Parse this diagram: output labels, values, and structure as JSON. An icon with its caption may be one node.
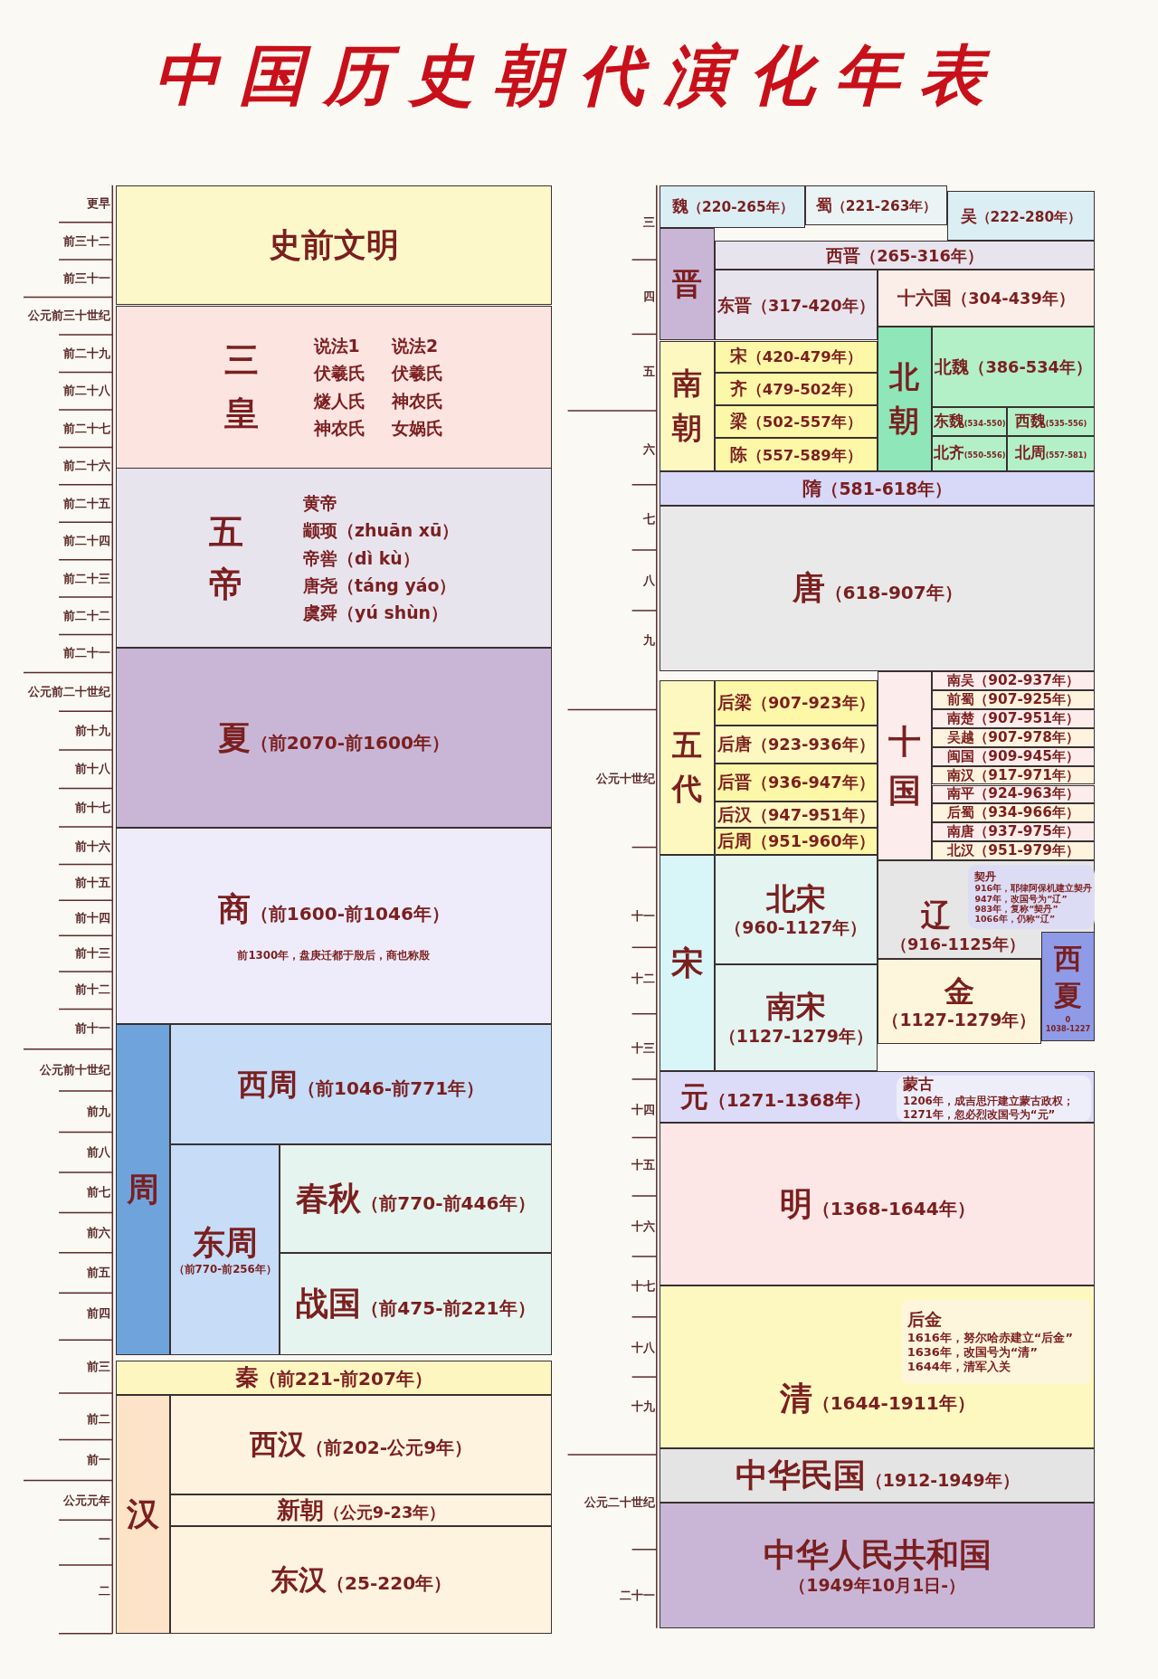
{
  "diagram": {
    "title": "中国历史朝代演化年表",
    "nodes": [
      {
        "text": [
          "史前文明"
        ]
      },
      {
        "text": [
          "三皇",
          "说法1",
          "伏羲氏",
          "燧人氏",
          "神农氏",
          "说法2",
          "伏羲氏",
          "神农氏",
          "女娲氏"
        ]
      },
      {
        "text": [
          "五帝",
          "黄帝",
          "颛顼（zhuān xū）",
          "帝喾（dì kù）",
          "唐尧（táng yáo）",
          "虞舜（yú shùn）"
        ]
      },
      {
        "text": [
          "夏",
          "（前2070-前1600年）"
        ]
      },
      {
        "text": [
          "商",
          "（前1600-前1046年）",
          "前1300年，盘庚迁都于殷后，商也称殷"
        ]
      },
      {
        "text": [
          "周"
        ]
      },
      {
        "text": [
          "西周",
          "（前1046-前771年）"
        ]
      },
      {
        "text": [
          "东周",
          "（前770-前256年）"
        ]
      },
      {
        "text": [
          "春秋",
          "（前770-前446年）"
        ]
      },
      {
        "text": [
          "战国",
          "（前475-前221年）"
        ]
      },
      {
        "text": [
          "秦",
          "（前221-前207年）"
        ]
      },
      {
        "text": [
          "汉"
        ]
      },
      {
        "text": [
          "西汉",
          "（前202-公元9年）"
        ]
      },
      {
        "text": [
          "新朝",
          "（公元9-23年）"
        ]
      },
      {
        "text": [
          "东汉",
          "（25-220年）"
        ]
      },
      {
        "text": [
          "魏",
          "（220-265年）"
        ]
      },
      {
        "text": [
          "蜀",
          "（221-263年）"
        ]
      },
      {
        "text": [
          "吴",
          "（222-280年）"
        ]
      },
      {
        "text": [
          "晋"
        ]
      },
      {
        "text": [
          "西晋",
          "（265-316年）"
        ]
      },
      {
        "text": [
          "东晋",
          "（317-420年）"
        ]
      },
      {
        "text": [
          "十六国",
          "（304-439年）"
        ]
      },
      {
        "text": [
          "南朝"
        ]
      },
      {
        "text": [
          "宋",
          "（420-479年）"
        ]
      },
      {
        "text": [
          "齐",
          "（479-502年）"
        ]
      },
      {
        "text": [
          "梁",
          "（502-557年）"
        ]
      },
      {
        "text": [
          "陈",
          "（557-589年）"
        ]
      },
      {
        "text": [
          "北朝"
        ]
      },
      {
        "text": [
          "北魏",
          "（386-534年）"
        ]
      },
      {
        "text": [
          "东魏",
          "(534-550)"
        ]
      },
      {
        "text": [
          "西魏",
          "(535-556)"
        ]
      },
      {
        "text": [
          "北齐",
          "(550-556)"
        ]
      },
      {
        "text": [
          "北周",
          "(557-581)"
        ]
      },
      {
        "text": [
          "隋",
          "（581-618年）"
        ]
      },
      {
        "text": [
          "唐",
          "（618-907年）"
        ]
      },
      {
        "text": [
          "五代"
        ]
      },
      {
        "text": [
          "后梁",
          "（907-923年）"
        ]
      },
      {
        "text": [
          "后唐",
          "（923-936年）"
        ]
      },
      {
        "text": [
          "后晋",
          "（936-947年）"
        ]
      },
      {
        "text": [
          "后汉",
          "（947-951年）"
        ]
      },
      {
        "text": [
          "后周",
          "（951-960年）"
        ]
      },
      {
        "text": [
          "十国"
        ]
      },
      {
        "text": [
          "南吴",
          "（902-937年）"
        ]
      },
      {
        "text": [
          "前蜀",
          "（907-925年）"
        ]
      },
      {
        "text": [
          "南楚",
          "（907-951年）"
        ]
      },
      {
        "text": [
          "吴越",
          "（907-978年）"
        ]
      },
      {
        "text": [
          "闽国",
          "（909-945年）"
        ]
      },
      {
        "text": [
          "南汉",
          "（917-971年）"
        ]
      },
      {
        "text": [
          "南平",
          "（924-963年）"
        ]
      },
      {
        "text": [
          "后蜀",
          "（934-966年）"
        ]
      },
      {
        "text": [
          "南唐",
          "（937-975年）"
        ]
      },
      {
        "text": [
          "北汉",
          "（951-979年）"
        ]
      },
      {
        "text": [
          "宋"
        ]
      },
      {
        "text": [
          "北宋",
          "（960-1127年）"
        ]
      },
      {
        "text": [
          "南宋",
          "（1127-1279年）"
        ]
      },
      {
        "text": [
          "辽",
          "（916-1125年）"
        ]
      },
      {
        "text": [
          "契丹",
          "916年，耶律阿保机建立契丹",
          "947年，改国号为“辽”",
          "983年，复称“契丹”",
          "1066年，仍称“辽”"
        ],
        "in": 55
      },
      {
        "text": [
          "西夏",
          "0",
          "1038-1227"
        ]
      },
      {
        "text": [
          "金",
          "（1127-1279年）"
        ]
      },
      {
        "text": [
          "元",
          "（1271-1368年）"
        ]
      },
      {
        "text": [
          "蒙古",
          "1206年，成吉思汗建立蒙古政权；",
          "1271年，忽必烈改国号为“元”"
        ],
        "in": 59
      },
      {
        "text": [
          "明",
          "（1368-1644年）"
        ]
      },
      {
        "text": [
          "清",
          "（1644-1911年）"
        ]
      },
      {
        "text": [
          "后金",
          "1616年，努尔哈赤建立“后金”",
          "1636年，改国号为“清”",
          "1644年，清军入关"
        ],
        "in": 62
      },
      {
        "text": [
          "中华民国",
          "（1912-1949年）"
        ]
      },
      {
        "text": [
          "中华人民共和国",
          "（1949年10月1日-）"
        ]
      }
    ],
    "labels": [
      "更早",
      "前三十二",
      "前三十一",
      "公元前三十世纪",
      "前二十九",
      "前二十八",
      "前二十七",
      "前二十六",
      "前二十五",
      "前二十四",
      "前二十三",
      "前二十二",
      "前二十一",
      "公元前二十世纪",
      "前十九",
      "前十八",
      "前十七",
      "前十六",
      "前十五",
      "前十四",
      "前十三",
      "前十二",
      "前十一",
      "公元前十世纪",
      "前九",
      "前八",
      "前七",
      "前六",
      "前五",
      "前四",
      "前三",
      "前二",
      "前一",
      "公元元年",
      "一",
      "二",
      "三",
      "四",
      "五",
      "六",
      "七",
      "八",
      "九",
      "公元十世纪",
      "十一",
      "十二",
      "十三",
      "十四",
      "十五",
      "十六",
      "十七",
      "十八",
      "十九",
      "公元二十世纪",
      "二十一"
    ]
  }
}
